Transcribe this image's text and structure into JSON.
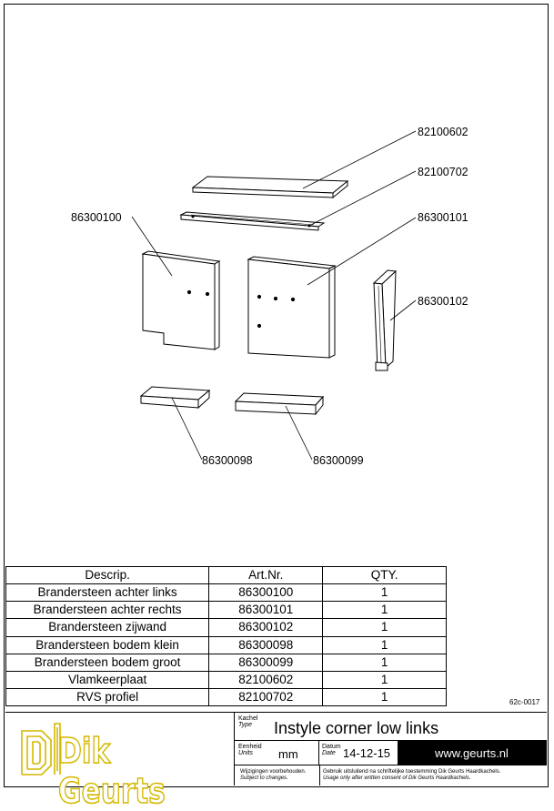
{
  "callouts": {
    "p82100602": "82100602",
    "p82100702": "82100702",
    "p86300100": "86300100",
    "p86300101": "86300101",
    "p86300102": "86300102",
    "p86300098": "86300098",
    "p86300099": "86300099"
  },
  "bom": {
    "headers": {
      "descr": "Descrip.",
      "artnr": "Art.Nr.",
      "qty": "QTY."
    },
    "rows": [
      {
        "descr": "Brandersteen achter links",
        "artnr": "86300100",
        "qty": "1"
      },
      {
        "descr": "Brandersteen achter rechts",
        "artnr": "86300101",
        "qty": "1"
      },
      {
        "descr": "Brandersteen zijwand",
        "artnr": "86300102",
        "qty": "1"
      },
      {
        "descr": "Brandersteen bodem klein",
        "artnr": "86300098",
        "qty": "1"
      },
      {
        "descr": "Brandersteen bodem groot",
        "artnr": "86300099",
        "qty": "1"
      },
      {
        "descr": "Vlamkeerplaat",
        "artnr": "82100602",
        "qty": "1"
      },
      {
        "descr": "RVS profiel",
        "artnr": "82100702",
        "qty": "1"
      }
    ]
  },
  "drawing_code": "62c-0017",
  "title_block": {
    "logo_text": "Dik Geurts",
    "type_label": "Kachel",
    "type_label_en": "Type",
    "type_value": "Instyle corner low links",
    "unit_label": "Eenheid",
    "unit_label_en": "Units",
    "unit_value": "mm",
    "date_label": "Datum",
    "date_label_en": "Date",
    "date_value": "14-12-15",
    "website": "www.geurts.nl",
    "note_left_nl": "Wijzigingen voorbehouden.",
    "note_left_en": "Subject to changes.",
    "note_right_nl": "Gebruik uitsluitend na schriftelijke toestemming Dik Geurts Haardkachels.",
    "note_right_en": "Usage only after written consent of Dik Geurts Haardkachels.",
    "accent_color": "#d4b800"
  }
}
